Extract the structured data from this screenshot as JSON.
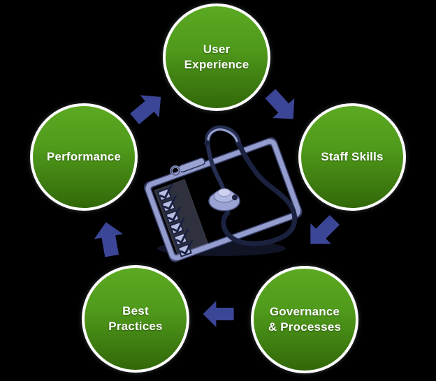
{
  "diagram": {
    "background_color": "#000000",
    "cycle_direction": "clockwise",
    "colors": {
      "node_gradient_top": "#5ca922",
      "node_gradient_bottom": "#326808",
      "node_ring": "#ffffff",
      "node_text": "#ffffff",
      "arrow": "#3b4697",
      "illustration_light": "#99a2d0",
      "illustration_dark": "#1b2240"
    },
    "nodes": [
      {
        "id": "user-experience",
        "label": "User\nExperience",
        "position": "top"
      },
      {
        "id": "staff-skills",
        "label": "Staff Skills",
        "position": "right"
      },
      {
        "id": "governance-processes",
        "label": "Governance\n& Processes",
        "position": "bottom-right"
      },
      {
        "id": "best-practices",
        "label": "Best\nPractices",
        "position": "bottom-left"
      },
      {
        "id": "performance",
        "label": "Performance",
        "position": "left"
      }
    ],
    "arrows": [
      {
        "from": "performance",
        "to": "user-experience",
        "direction": "up-right"
      },
      {
        "from": "user-experience",
        "to": "staff-skills",
        "direction": "down-right"
      },
      {
        "from": "staff-skills",
        "to": "governance-processes",
        "direction": "down-left"
      },
      {
        "from": "governance-processes",
        "to": "best-practices",
        "direction": "left"
      },
      {
        "from": "best-practices",
        "to": "performance",
        "direction": "up"
      }
    ],
    "center_illustration": "clipboard-checklist-with-stethoscope"
  }
}
